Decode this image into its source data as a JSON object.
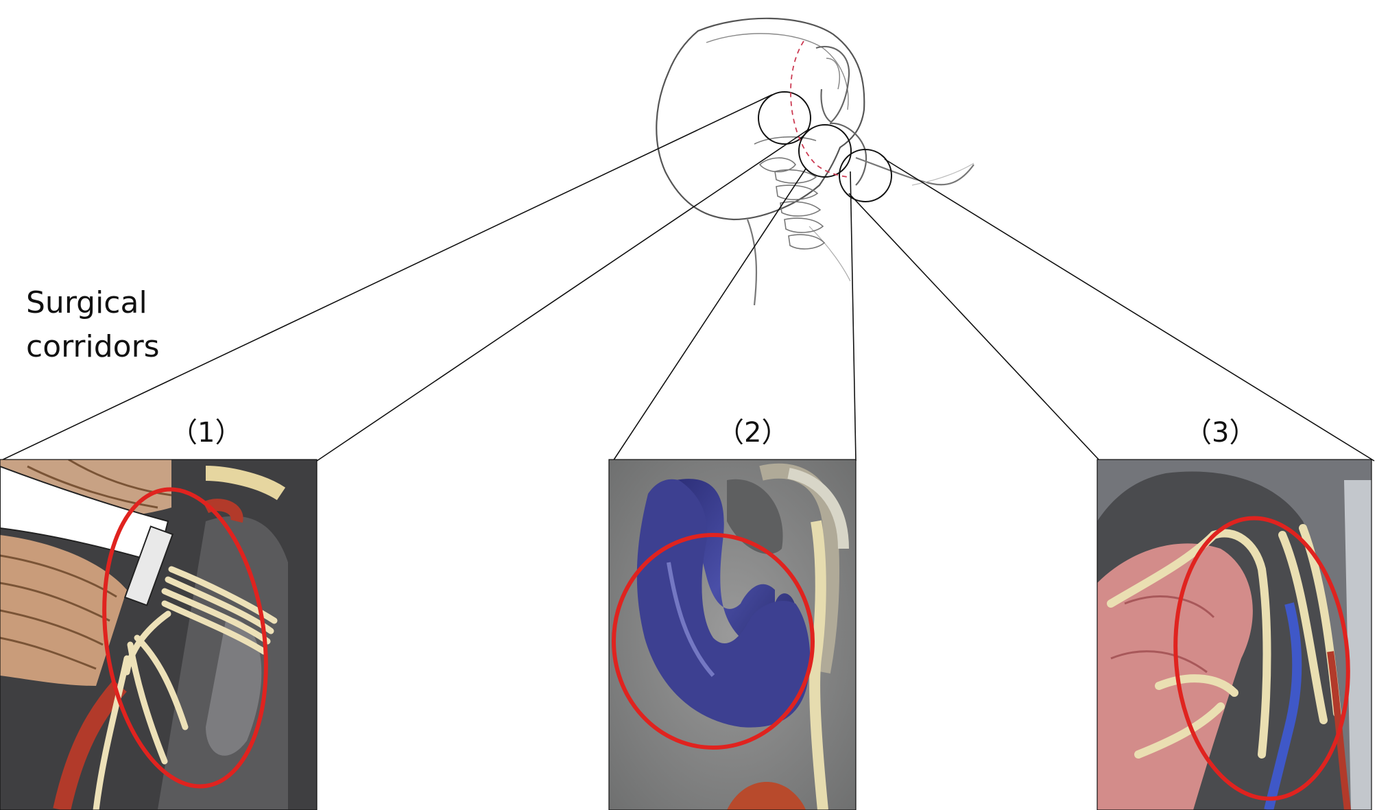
{
  "title": "Surgical corridors",
  "title_lines": [
    "Surgical",
    "corridors"
  ],
  "panels": [
    {
      "label": "（1）"
    },
    {
      "label": "（2）"
    },
    {
      "label": "（3）"
    }
  ],
  "colors": {
    "highlight_ring": "#e0231f",
    "connector": "#111111",
    "nerve": "#ece0b8",
    "vein": "#3b3f8e",
    "artery": "#b8412e",
    "cerebellum": "#c49a7c",
    "dura_background": "#3c3c3c",
    "muscle": "#d0868a"
  }
}
